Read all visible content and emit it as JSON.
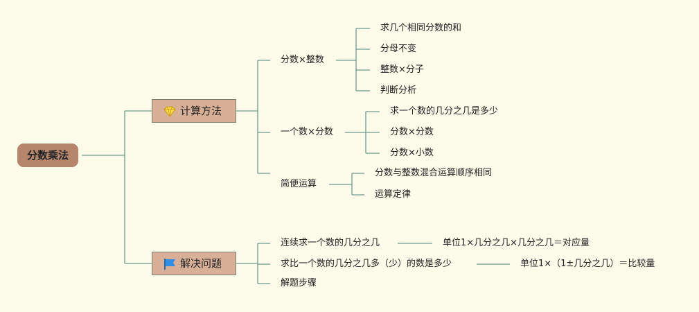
{
  "root": {
    "label": "分数乘法"
  },
  "branches": [
    {
      "label": "计算方法",
      "icon": "diamond-icon",
      "children": [
        {
          "label": "分数×整数",
          "children": [
            "求几个相同分数的和",
            "分母不变",
            "整数×分子",
            "判断分析"
          ]
        },
        {
          "label": "一个数×分数",
          "children": [
            "求一个数的几分之几是多少",
            "分数×分数",
            "分数×小数"
          ]
        },
        {
          "label": "简便运算",
          "children": [
            "分数与整数混合运算顺序相同",
            "运算定律"
          ]
        }
      ]
    },
    {
      "label": "解决问题",
      "icon": "flag-icon",
      "children": [
        {
          "label": "连续求一个数的几分之几",
          "detail": "单位1×几分之几×几分之几＝对应量"
        },
        {
          "label": "求比一个数的几分之几多（少）的数是多少",
          "detail": "单位1×（1±几分之几）＝比较量"
        },
        {
          "label": "解题步骤"
        }
      ]
    }
  ],
  "colors": {
    "line": "#6f9a8e",
    "root_fill": "#b5866c",
    "branch_fill": "#d8b097",
    "background": "#fdfbea"
  }
}
